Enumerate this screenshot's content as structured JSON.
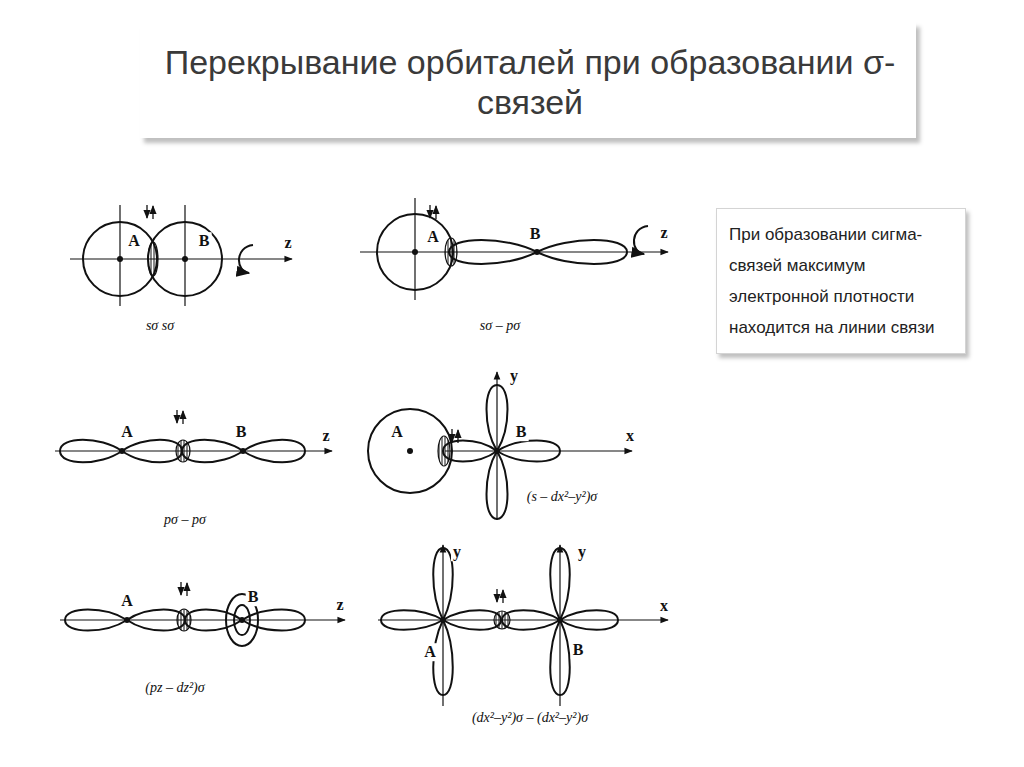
{
  "diagram": {
    "title": "Перекрывание орбиталей при образовании σ-связей",
    "nodes": [
      {
        "text": [
          "При образовании сигма-связей максимум электронной плотности находится на линии связи"
        ]
      }
    ],
    "labels": [
      "A",
      "B",
      "z",
      "sσ sσ",
      "A",
      "B",
      "z",
      "sσ – pσ",
      "A",
      "B",
      "z",
      "pσ – pσ",
      "y",
      "A",
      "B",
      "x",
      "(s – dx²–y²)σ",
      "A",
      "B",
      "z",
      "(pz – dz²)σ",
      "y",
      "y",
      "A",
      "B",
      "x",
      "(dx²–y²)σ – (dx²–y²)σ"
    ]
  }
}
